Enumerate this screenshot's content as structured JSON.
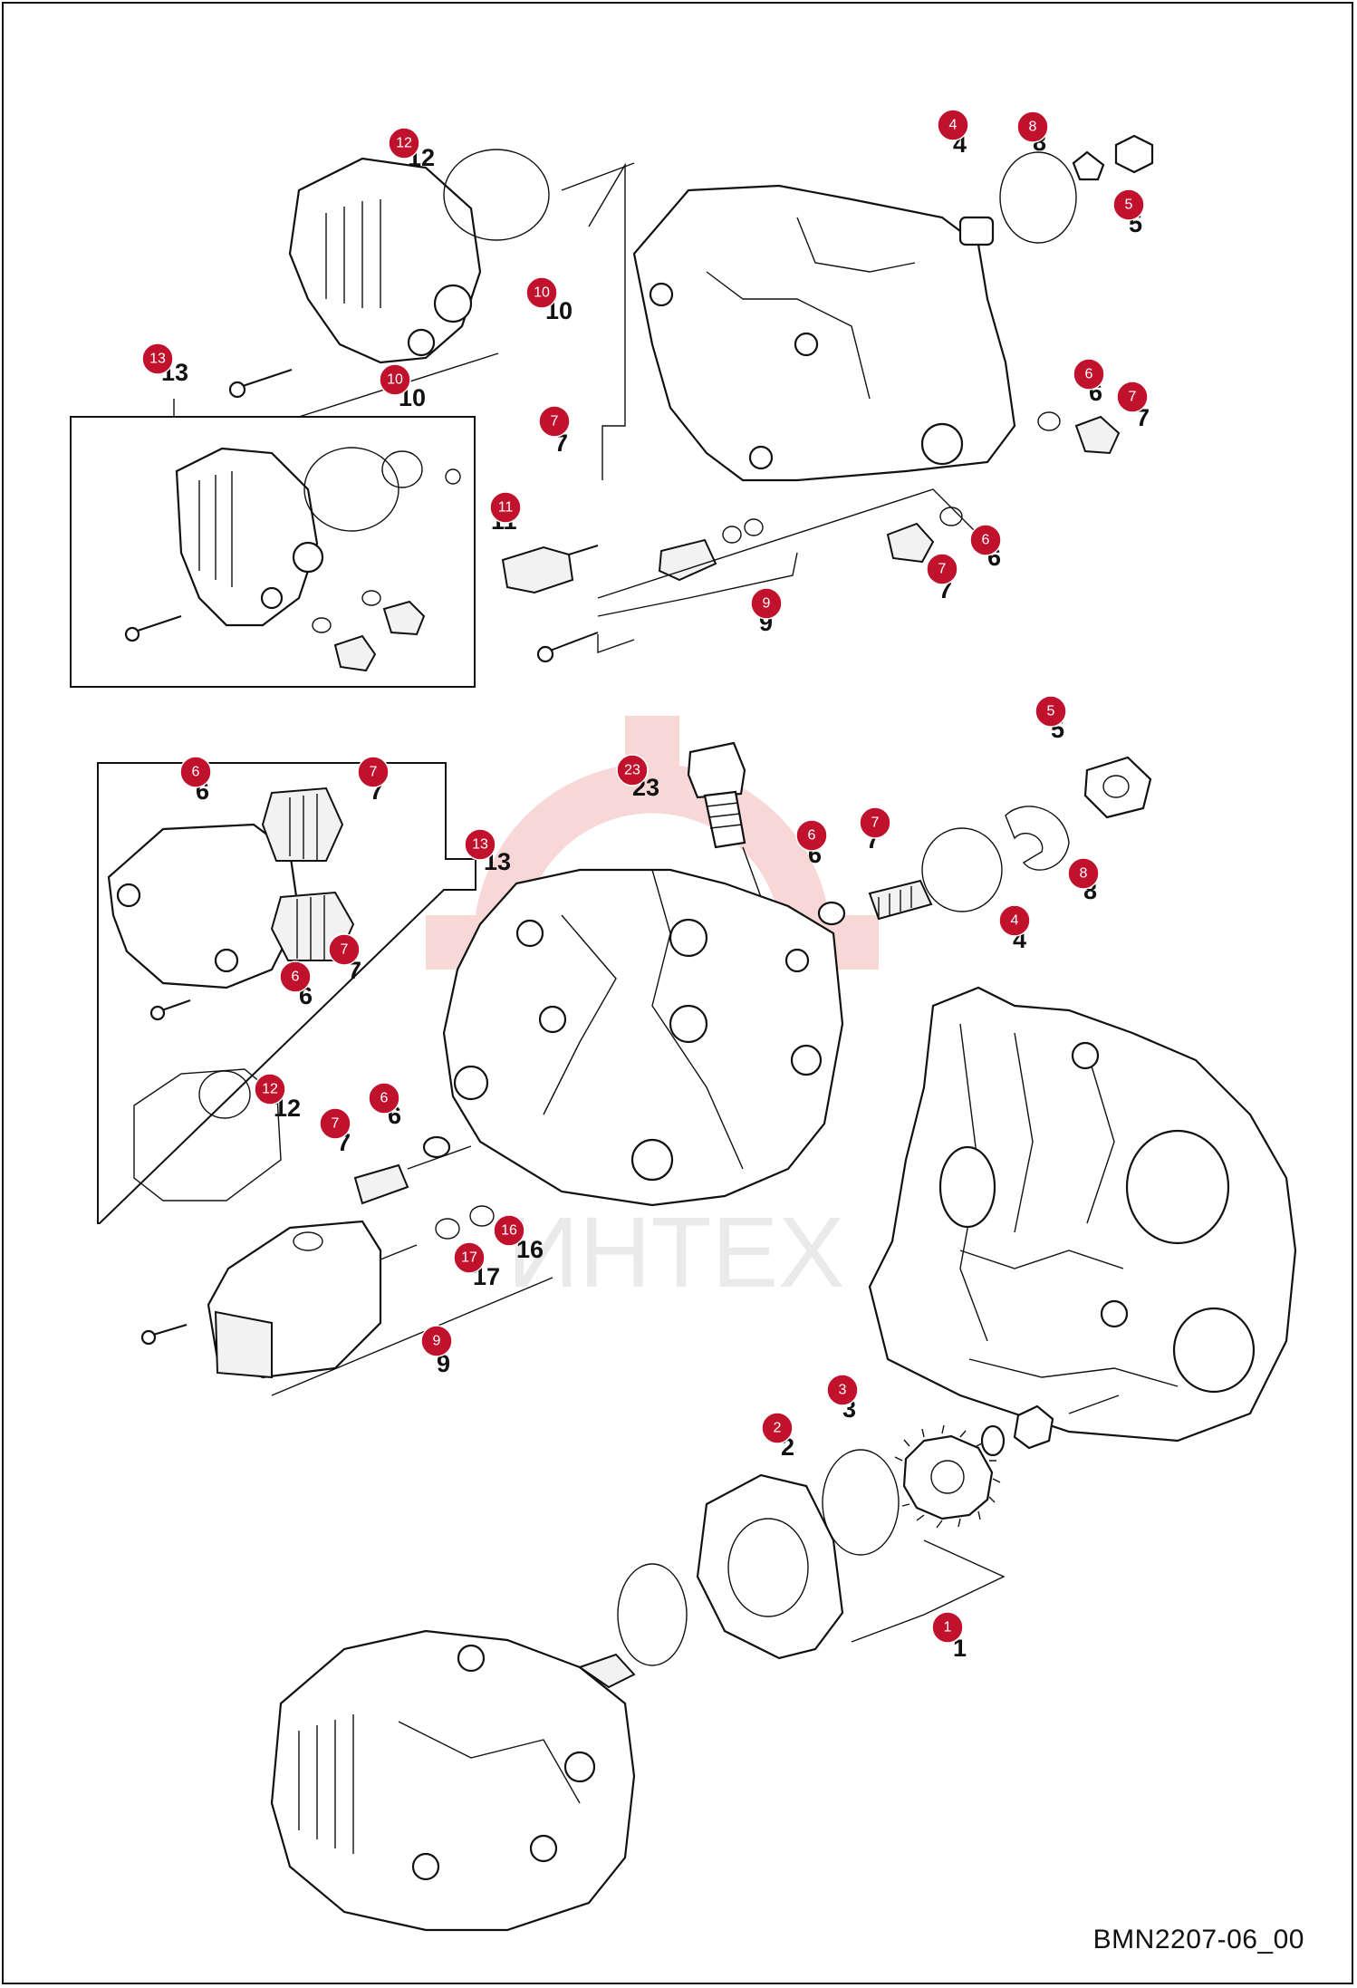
{
  "diagram": {
    "reference_code": "BMN2207-06_00",
    "watermark": "ИНТЕХ",
    "callouts": [
      {
        "label": "12"
      },
      {
        "label": "4"
      },
      {
        "label": "8"
      },
      {
        "label": "5"
      },
      {
        "label": "10"
      },
      {
        "label": "10"
      },
      {
        "label": "13"
      },
      {
        "label": "7"
      },
      {
        "label": "6"
      },
      {
        "label": "7"
      },
      {
        "label": "11"
      },
      {
        "label": "6"
      },
      {
        "label": "7"
      },
      {
        "label": "9"
      },
      {
        "label": "5"
      },
      {
        "label": "23"
      },
      {
        "label": "6"
      },
      {
        "label": "7"
      },
      {
        "label": "6"
      },
      {
        "label": "7"
      },
      {
        "label": "13"
      },
      {
        "label": "8"
      },
      {
        "label": "4"
      },
      {
        "label": "7"
      },
      {
        "label": "6"
      },
      {
        "label": "12"
      },
      {
        "label": "6"
      },
      {
        "label": "7"
      },
      {
        "label": "16"
      },
      {
        "label": "17"
      },
      {
        "label": "9"
      },
      {
        "label": "3"
      },
      {
        "label": "2"
      },
      {
        "label": "1"
      }
    ],
    "plain_labels": [
      {
        "label": "12"
      },
      {
        "label": "4"
      },
      {
        "label": "8"
      },
      {
        "label": "5"
      },
      {
        "label": "10"
      },
      {
        "label": "10"
      },
      {
        "label": "13"
      },
      {
        "label": "7"
      },
      {
        "label": "6"
      },
      {
        "label": "7"
      },
      {
        "label": "11"
      },
      {
        "label": "6"
      },
      {
        "label": "7"
      },
      {
        "label": "9"
      },
      {
        "label": "5"
      },
      {
        "label": "23"
      },
      {
        "label": "6"
      },
      {
        "label": "7"
      },
      {
        "label": "6"
      },
      {
        "label": "7"
      },
      {
        "label": "13"
      },
      {
        "label": "8"
      },
      {
        "label": "4"
      },
      {
        "label": "7"
      },
      {
        "label": "6"
      },
      {
        "label": "12"
      },
      {
        "label": "6"
      },
      {
        "label": "7"
      },
      {
        "label": "16"
      },
      {
        "label": "17"
      },
      {
        "label": "9"
      },
      {
        "label": "3"
      },
      {
        "label": "2"
      },
      {
        "label": "1"
      }
    ]
  }
}
